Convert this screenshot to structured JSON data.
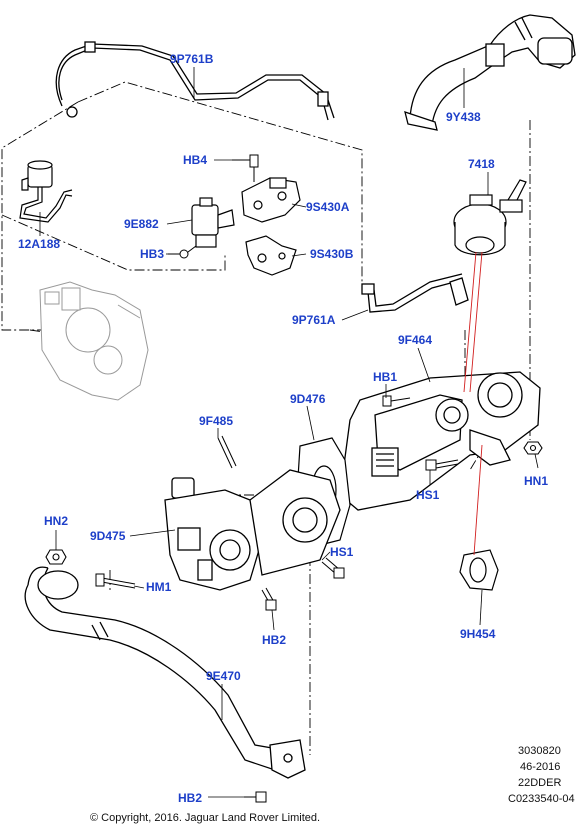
{
  "diagram": {
    "accent_color": "#1d3fc9",
    "callouts": [
      {
        "id": "9p761b",
        "text": "9P761B"
      },
      {
        "id": "9y438",
        "text": "9Y438"
      },
      {
        "id": "hb4",
        "text": "HB4"
      },
      {
        "id": "9s430a",
        "text": "9S430A"
      },
      {
        "id": "9e882",
        "text": "9E882"
      },
      {
        "id": "hb3",
        "text": "HB3"
      },
      {
        "id": "9s430b",
        "text": "9S430B"
      },
      {
        "id": "12a188",
        "text": "12A188"
      },
      {
        "id": "7418",
        "text": "7418"
      },
      {
        "id": "9p761a",
        "text": "9P761A"
      },
      {
        "id": "9f464",
        "text": "9F464"
      },
      {
        "id": "hb1",
        "text": "HB1"
      },
      {
        "id": "9d476",
        "text": "9D476"
      },
      {
        "id": "9f485",
        "text": "9F485"
      },
      {
        "id": "hn1",
        "text": "HN1"
      },
      {
        "id": "hs1a",
        "text": "HS1"
      },
      {
        "id": "hn2",
        "text": "HN2"
      },
      {
        "id": "9d475",
        "text": "9D475"
      },
      {
        "id": "hs1b",
        "text": "HS1"
      },
      {
        "id": "hm1",
        "text": "HM1"
      },
      {
        "id": "hb2a",
        "text": "HB2"
      },
      {
        "id": "9h454",
        "text": "9H454"
      },
      {
        "id": "9e470",
        "text": "9E470"
      },
      {
        "id": "hb2b",
        "text": "HB2"
      }
    ],
    "reference": [
      "3030820",
      "46-2016",
      "22DDER",
      "C0233540-04"
    ],
    "copyright": "© Copyright, 2016. Jaguar Land Rover Limited."
  }
}
